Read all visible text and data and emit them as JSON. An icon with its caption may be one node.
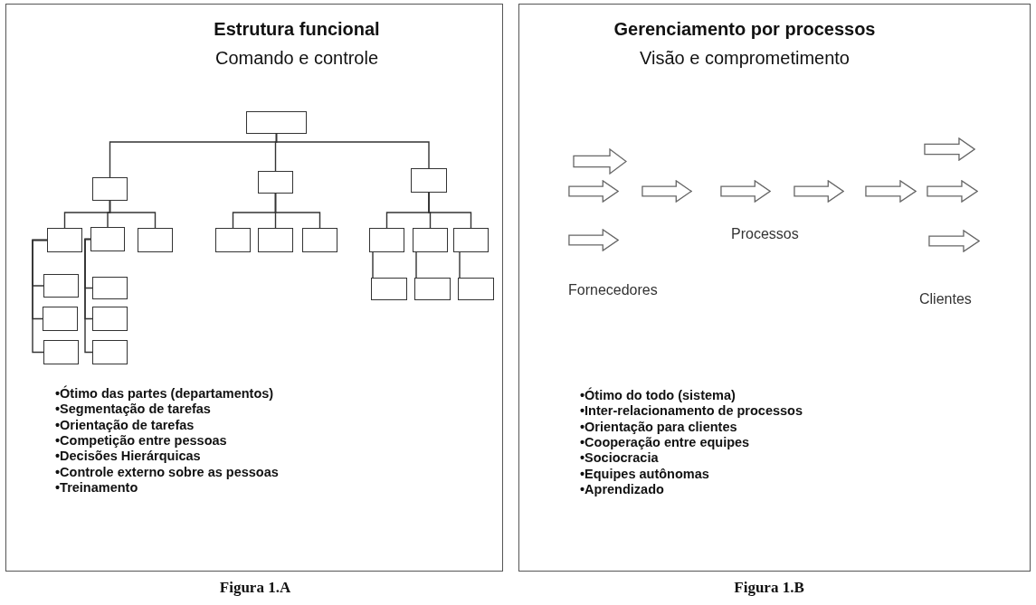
{
  "diagram": {
    "nodes": [
      {
        "text": [
          "Estrutura funcional",
          "Comando e controle",
          "•Ótimo das partes (departamentos)",
          "•Segmentação de tarefas",
          "•Orientação de tarefas",
          "•Competição entre pessoas",
          "•Decisões Hierárquicas",
          "•Controle externo sobre as pessoas",
          "•Treinamento"
        ]
      },
      {
        "text": [],
        "shape": "box",
        "in": 0
      },
      {
        "text": [],
        "shape": "box",
        "in": 0
      },
      {
        "text": [],
        "shape": "box",
        "in": 0
      },
      {
        "text": [],
        "shape": "box",
        "in": 0
      },
      {
        "text": [],
        "shape": "box",
        "in": 0
      },
      {
        "text": [],
        "shape": "box",
        "in": 0
      },
      {
        "text": [],
        "shape": "box",
        "in": 0
      },
      {
        "text": [],
        "shape": "box",
        "in": 0
      },
      {
        "text": [],
        "shape": "box",
        "in": 0
      },
      {
        "text": [],
        "shape": "box",
        "in": 0
      },
      {
        "text": [],
        "shape": "box",
        "in": 0
      },
      {
        "text": [],
        "shape": "box",
        "in": 0
      },
      {
        "text": [],
        "shape": "box",
        "in": 0
      },
      {
        "text": [],
        "shape": "box",
        "in": 0
      },
      {
        "text": [],
        "shape": "box",
        "in": 0
      },
      {
        "text": [],
        "shape": "box",
        "in": 0
      },
      {
        "text": [],
        "shape": "box",
        "in": 0
      },
      {
        "text": [],
        "shape": "box",
        "in": 0
      },
      {
        "text": [],
        "shape": "box",
        "in": 0
      },
      {
        "text": [],
        "shape": "box",
        "in": 0
      },
      {
        "text": [],
        "shape": "box",
        "in": 0
      },
      {
        "text": [],
        "shape": "box",
        "in": 0
      },
      {
        "text": [
          "Gerenciamento por processos",
          "Visão e comprometimento",
          "•Ótimo do todo (sistema)",
          "•Inter-relacionamento de processos",
          "•Orientação para clientes",
          "•Cooperação entre equipes",
          "•Sociocracia",
          "•Equipes autônomas",
          "•Aprendizado"
        ]
      },
      {
        "text": [],
        "shape": "arrow",
        "in": 23
      },
      {
        "text": [],
        "shape": "arrow",
        "in": 23
      },
      {
        "text": [],
        "shape": "arrow",
        "in": 23
      },
      {
        "text": [],
        "shape": "arrow",
        "in": 23
      },
      {
        "text": [],
        "shape": "arrow",
        "in": 23
      },
      {
        "text": [],
        "shape": "arrow",
        "in": 23
      },
      {
        "text": [],
        "shape": "arrow",
        "in": 23
      },
      {
        "text": [],
        "shape": "arrow",
        "in": 23
      },
      {
        "text": [],
        "shape": "arrow",
        "in": 23
      },
      {
        "text": [],
        "shape": "arrow",
        "in": 23
      }
    ],
    "edges": [
      {
        "from": 1,
        "to": 2,
        "arrow": "none"
      },
      {
        "from": 1,
        "to": 3,
        "arrow": "none"
      },
      {
        "from": 1,
        "to": 4,
        "arrow": "none"
      },
      {
        "from": 2,
        "to": 5,
        "arrow": "none"
      },
      {
        "from": 2,
        "to": 6,
        "arrow": "none"
      },
      {
        "from": 2,
        "to": 7,
        "arrow": "none"
      },
      {
        "from": 3,
        "to": 8,
        "arrow": "none"
      },
      {
        "from": 3,
        "to": 9,
        "arrow": "none"
      },
      {
        "from": 3,
        "to": 10,
        "arrow": "none"
      },
      {
        "from": 4,
        "to": 11,
        "arrow": "none"
      },
      {
        "from": 4,
        "to": 12,
        "arrow": "none"
      },
      {
        "from": 4,
        "to": 13,
        "arrow": "none"
      },
      {
        "from": 5,
        "to": 14,
        "arrow": "none"
      },
      {
        "from": 5,
        "to": 15,
        "arrow": "none"
      },
      {
        "from": 5,
        "to": 16,
        "arrow": "none"
      },
      {
        "from": 6,
        "to": 17,
        "arrow": "none"
      },
      {
        "from": 6,
        "to": 18,
        "arrow": "none"
      },
      {
        "from": 6,
        "to": 19,
        "arrow": "none"
      },
      {
        "from": 11,
        "to": 20,
        "arrow": "none"
      },
      {
        "from": 12,
        "to": 21,
        "arrow": "none"
      },
      {
        "from": 13,
        "to": 22,
        "arrow": "none"
      }
    ],
    "labels": [
      "Processos",
      "Fornecedores",
      "Clientes",
      "Figura 1.A",
      "Figura 1.B"
    ]
  }
}
